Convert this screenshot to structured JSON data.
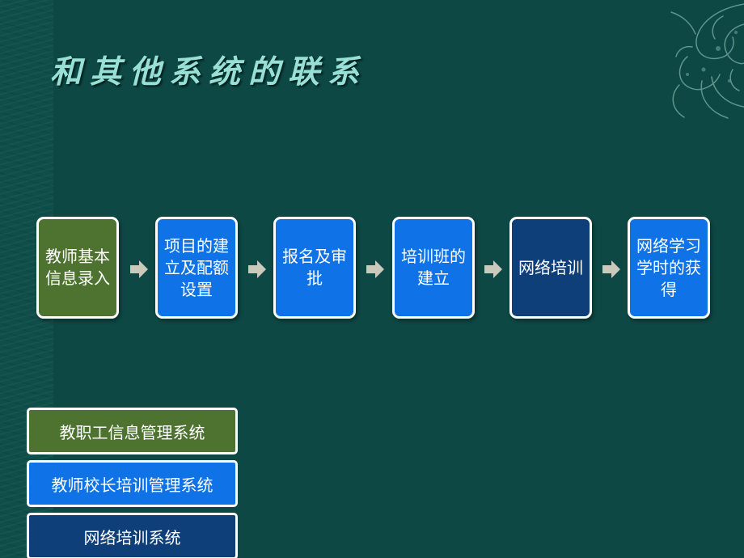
{
  "slide": {
    "title": "和其他系统的联系",
    "flow": [
      {
        "label": "教师基本信息录入",
        "color": "#4e7331"
      },
      {
        "label": "项目的建立及配额设置",
        "color": "#0f72e6"
      },
      {
        "label": "报名及审批",
        "color": "#0f72e6"
      },
      {
        "label": "培训班的建立",
        "color": "#0f72e6"
      },
      {
        "label": "网络培训",
        "color": "#0f3f79"
      },
      {
        "label": "网络学习学时的获得",
        "color": "#0f72e6"
      }
    ],
    "legend": [
      {
        "label": "教职工信息管理系统",
        "color": "#4e7331"
      },
      {
        "label": "教师校长培训管理系统",
        "color": "#0f72e6"
      },
      {
        "label": "网络培训系统",
        "color": "#0f3f79"
      }
    ],
    "colors": {
      "background": "#0d4845",
      "title": "#98e0d6",
      "arrow": "#c9cabb"
    },
    "icons": {
      "arrow": "right-arrow-icon",
      "ornament": "phoenix-ornament-icon"
    }
  }
}
